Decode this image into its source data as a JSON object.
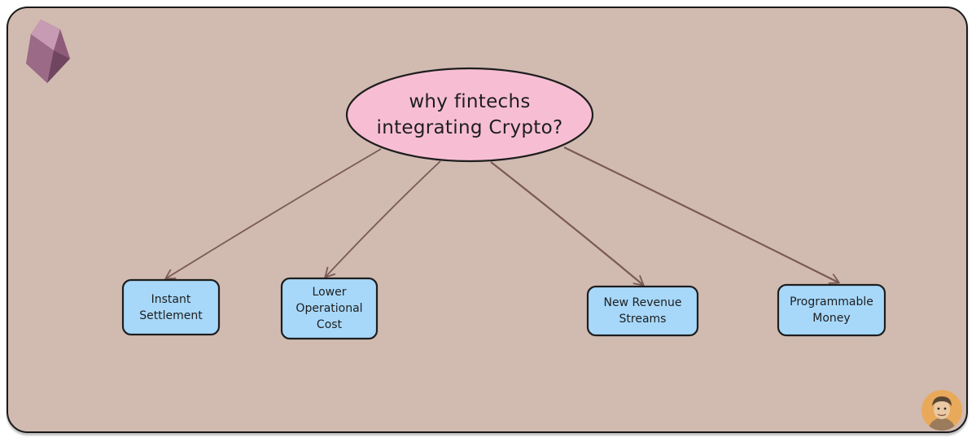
{
  "diagram": {
    "root": {
      "label": "why fintechs\nintegrating Crypto?",
      "fill": "#f7bed3"
    },
    "leaves": [
      {
        "id": "instant-settlement",
        "label": "Instant\nSettlement"
      },
      {
        "id": "lower-operational-cost",
        "label": "Lower\nOperational\nCost"
      },
      {
        "id": "new-revenue-streams",
        "label": "New Revenue\nStreams"
      },
      {
        "id": "programmable-money",
        "label": "Programmable\nMoney"
      }
    ],
    "leaf_fill": "#a7d8fa",
    "arrow_color": "#7a5a56",
    "background": "#d1bab0"
  },
  "icons": {
    "logo": "gem-logo-icon",
    "avatar": "avatar-icon"
  }
}
